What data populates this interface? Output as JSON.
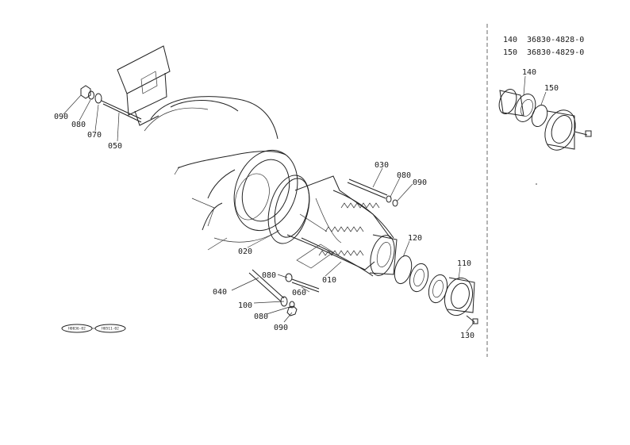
{
  "legend": {
    "rows": [
      {
        "ref": "140",
        "part": "36830-4828-0"
      },
      {
        "ref": "150",
        "part": "36830-4829-0"
      }
    ]
  },
  "callouts": {
    "c090a": "090",
    "c080a": "080",
    "c070": "070",
    "c050": "050",
    "c030": "030",
    "c080b": "080",
    "c090b": "090",
    "c020": "020",
    "c120": "120",
    "c110": "110",
    "c010": "010",
    "c080c": "080",
    "c060": "060",
    "c040": "040",
    "c100": "100",
    "c080d": "080",
    "c090c": "090",
    "c130": "130",
    "c140": "140",
    "c150": "150"
  },
  "stamps": {
    "left": "H0036-02",
    "right": "H0511-02"
  }
}
